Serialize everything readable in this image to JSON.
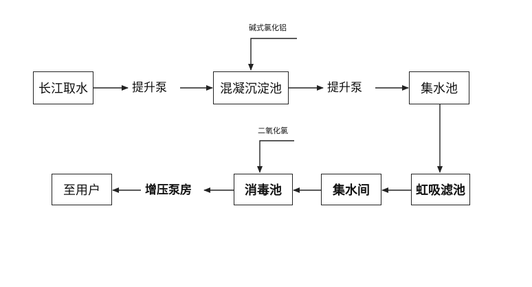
{
  "nodes": {
    "intake": "长江取水",
    "coag": "混凝沉淀池",
    "collect": "集水池",
    "siphon": "虹吸滤池",
    "water_room": "集水间",
    "disinfect": "消毒池",
    "user": "至用户"
  },
  "labels": {
    "pump1": "提升泵",
    "pump2": "提升泵",
    "booster": "增压泵房"
  },
  "chemicals": {
    "pac": "碱式氯化铝",
    "clo2": "二氧化氯"
  },
  "colors": {
    "line": "#222222",
    "text": "#111111"
  }
}
